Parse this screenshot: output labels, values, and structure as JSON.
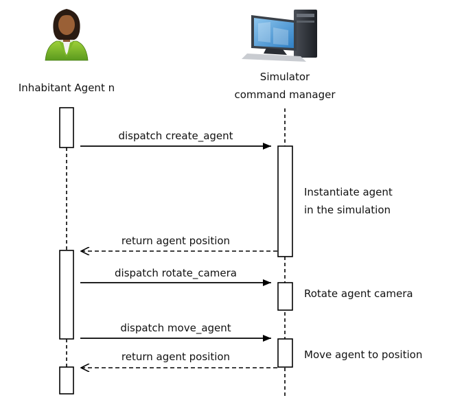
{
  "participants": {
    "agent": {
      "label": "Inhabitant Agent n",
      "icon": "businesswoman-avatar-icon"
    },
    "simulator": {
      "label_line1": "Simulator",
      "label_line2": "command manager",
      "icon": "computer-workstation-icon"
    }
  },
  "messages": [
    {
      "label": "dispatch create_agent",
      "kind": "call"
    },
    {
      "label": "return agent position",
      "kind": "return"
    },
    {
      "label": "dispatch rotate_camera",
      "kind": "call"
    },
    {
      "label": "dispatch move_agent",
      "kind": "call"
    },
    {
      "label": "return agent position",
      "kind": "return"
    }
  ],
  "notes": [
    {
      "line1": "Instantiate agent",
      "line2": "in the simulation"
    },
    {
      "line1": "Rotate agent camera"
    },
    {
      "line1": "Move agent to position"
    }
  ],
  "colors": {
    "line": "#000000",
    "background": "#ffffff"
  }
}
